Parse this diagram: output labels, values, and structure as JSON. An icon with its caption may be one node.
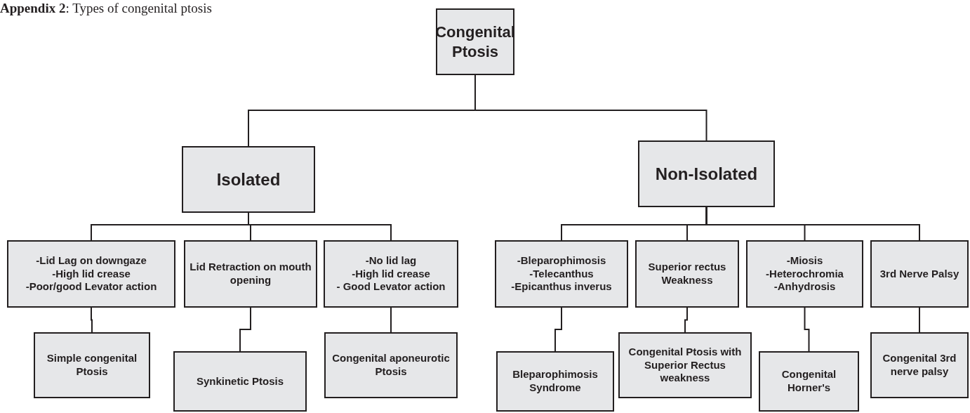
{
  "diagram": {
    "title": "**Appendix 2**: Types of congenital ptosis",
    "nodes": [
      {
        "text": [
          "Congenital Ptosis"
        ]
      },
      {
        "text": [
          "Isolated"
        ]
      },
      {
        "text": [
          "Non-Isolated"
        ]
      },
      {
        "text": [
          "-Lid Lag on downgaze",
          "-High lid crease",
          "-Poor/good Levator action"
        ]
      },
      {
        "text": [
          "Lid Retraction on mouth opening"
        ]
      },
      {
        "text": [
          "-No lid lag",
          "-High lid crease",
          "- Good Levator action"
        ]
      },
      {
        "text": [
          "-Bleparophimosis",
          "-Telecanthus",
          "-Epicanthus inverus"
        ]
      },
      {
        "text": [
          "Superior rectus Weakness"
        ]
      },
      {
        "text": [
          "-Miosis",
          "-Heterochromia",
          "-Anhydrosis"
        ]
      },
      {
        "text": [
          "3rd Nerve Palsy"
        ]
      },
      {
        "text": [
          "Simple congenital Ptosis"
        ]
      },
      {
        "text": [
          "Synkinetic Ptosis"
        ]
      },
      {
        "text": [
          "Congenital aponeurotic Ptosis"
        ]
      },
      {
        "text": [
          "Bleparophimosis Syndrome"
        ]
      },
      {
        "text": [
          "Congenital Ptosis with Superior Rectus weakness"
        ]
      },
      {
        "text": [
          "Congenital Horner's"
        ]
      },
      {
        "text": [
          "Congenital 3rd nerve palsy"
        ]
      }
    ],
    "edges": [
      {
        "from": 0,
        "to": 1,
        "arrow": "none"
      },
      {
        "from": 0,
        "to": 2,
        "arrow": "none"
      },
      {
        "from": 1,
        "to": 3,
        "arrow": "none"
      },
      {
        "from": 1,
        "to": 4,
        "arrow": "none"
      },
      {
        "from": 1,
        "to": 5,
        "arrow": "none"
      },
      {
        "from": 2,
        "to": 6,
        "arrow": "none"
      },
      {
        "from": 2,
        "to": 7,
        "arrow": "none"
      },
      {
        "from": 2,
        "to": 8,
        "arrow": "none"
      },
      {
        "from": 2,
        "to": 9,
        "arrow": "none"
      },
      {
        "from": 3,
        "to": 10,
        "arrow": "none"
      },
      {
        "from": 4,
        "to": 11,
        "arrow": "none"
      },
      {
        "from": 5,
        "to": 12,
        "arrow": "none"
      },
      {
        "from": 6,
        "to": 13,
        "arrow": "none"
      },
      {
        "from": 7,
        "to": 14,
        "arrow": "none"
      },
      {
        "from": 8,
        "to": 15,
        "arrow": "none"
      },
      {
        "from": 9,
        "to": 16,
        "arrow": "none"
      }
    ]
  }
}
